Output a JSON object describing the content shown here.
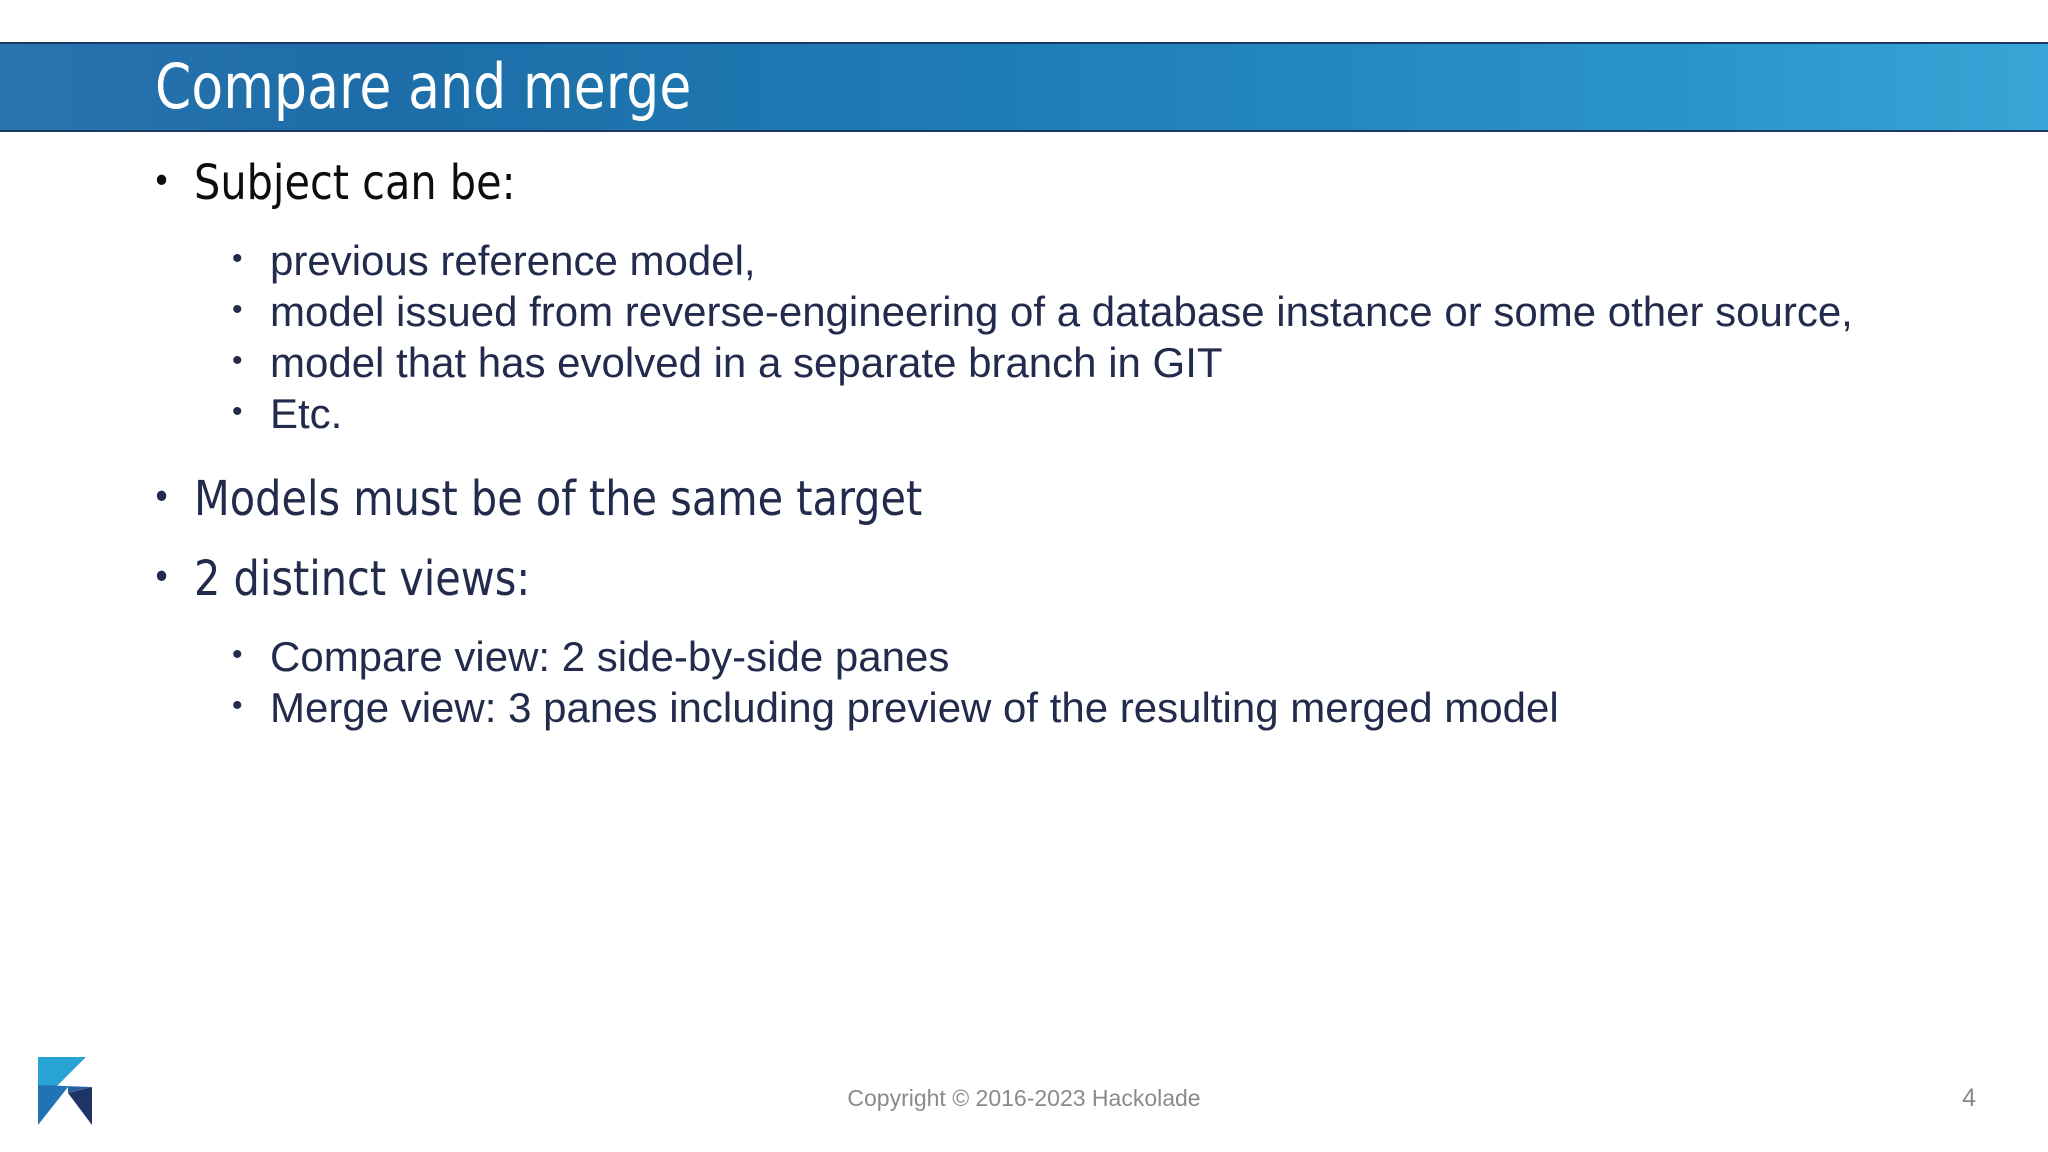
{
  "slide": {
    "title": "Compare and merge",
    "page_number": "4",
    "copyright": "Copyright © 2016-2023 Hackolade",
    "bullet_glyph": "•",
    "colors": {
      "title_bar_left": "#2a73af",
      "title_bar_right": "#37a5d6",
      "title_text": "#ffffff",
      "body_navy": "#232b4d",
      "body_black": "#0d0d0d",
      "footer_gray": "#8a8a8e",
      "logo_cyan": "#29a3d3",
      "logo_blue": "#2173b5",
      "logo_navy": "#1d3464"
    },
    "content": [
      {
        "level": 1,
        "text": "Subject can be:",
        "children": [
          {
            "level": 2,
            "text": "previous reference model,"
          },
          {
            "level": 2,
            "text": "model issued from reverse-engineering of a database instance or some other source,"
          },
          {
            "level": 2,
            "text": "model that has evolved in a separate branch in GIT"
          },
          {
            "level": 2,
            "text": "Etc."
          }
        ]
      },
      {
        "level": 1,
        "text": "Models must be of the same target",
        "children": []
      },
      {
        "level": 1,
        "text": "2 distinct views:",
        "children": [
          {
            "level": 2,
            "text": "Compare view: 2 side-by-side panes"
          },
          {
            "level": 2,
            "text": "Merge view: 3 panes including preview of the resulting merged model"
          }
        ]
      }
    ]
  }
}
